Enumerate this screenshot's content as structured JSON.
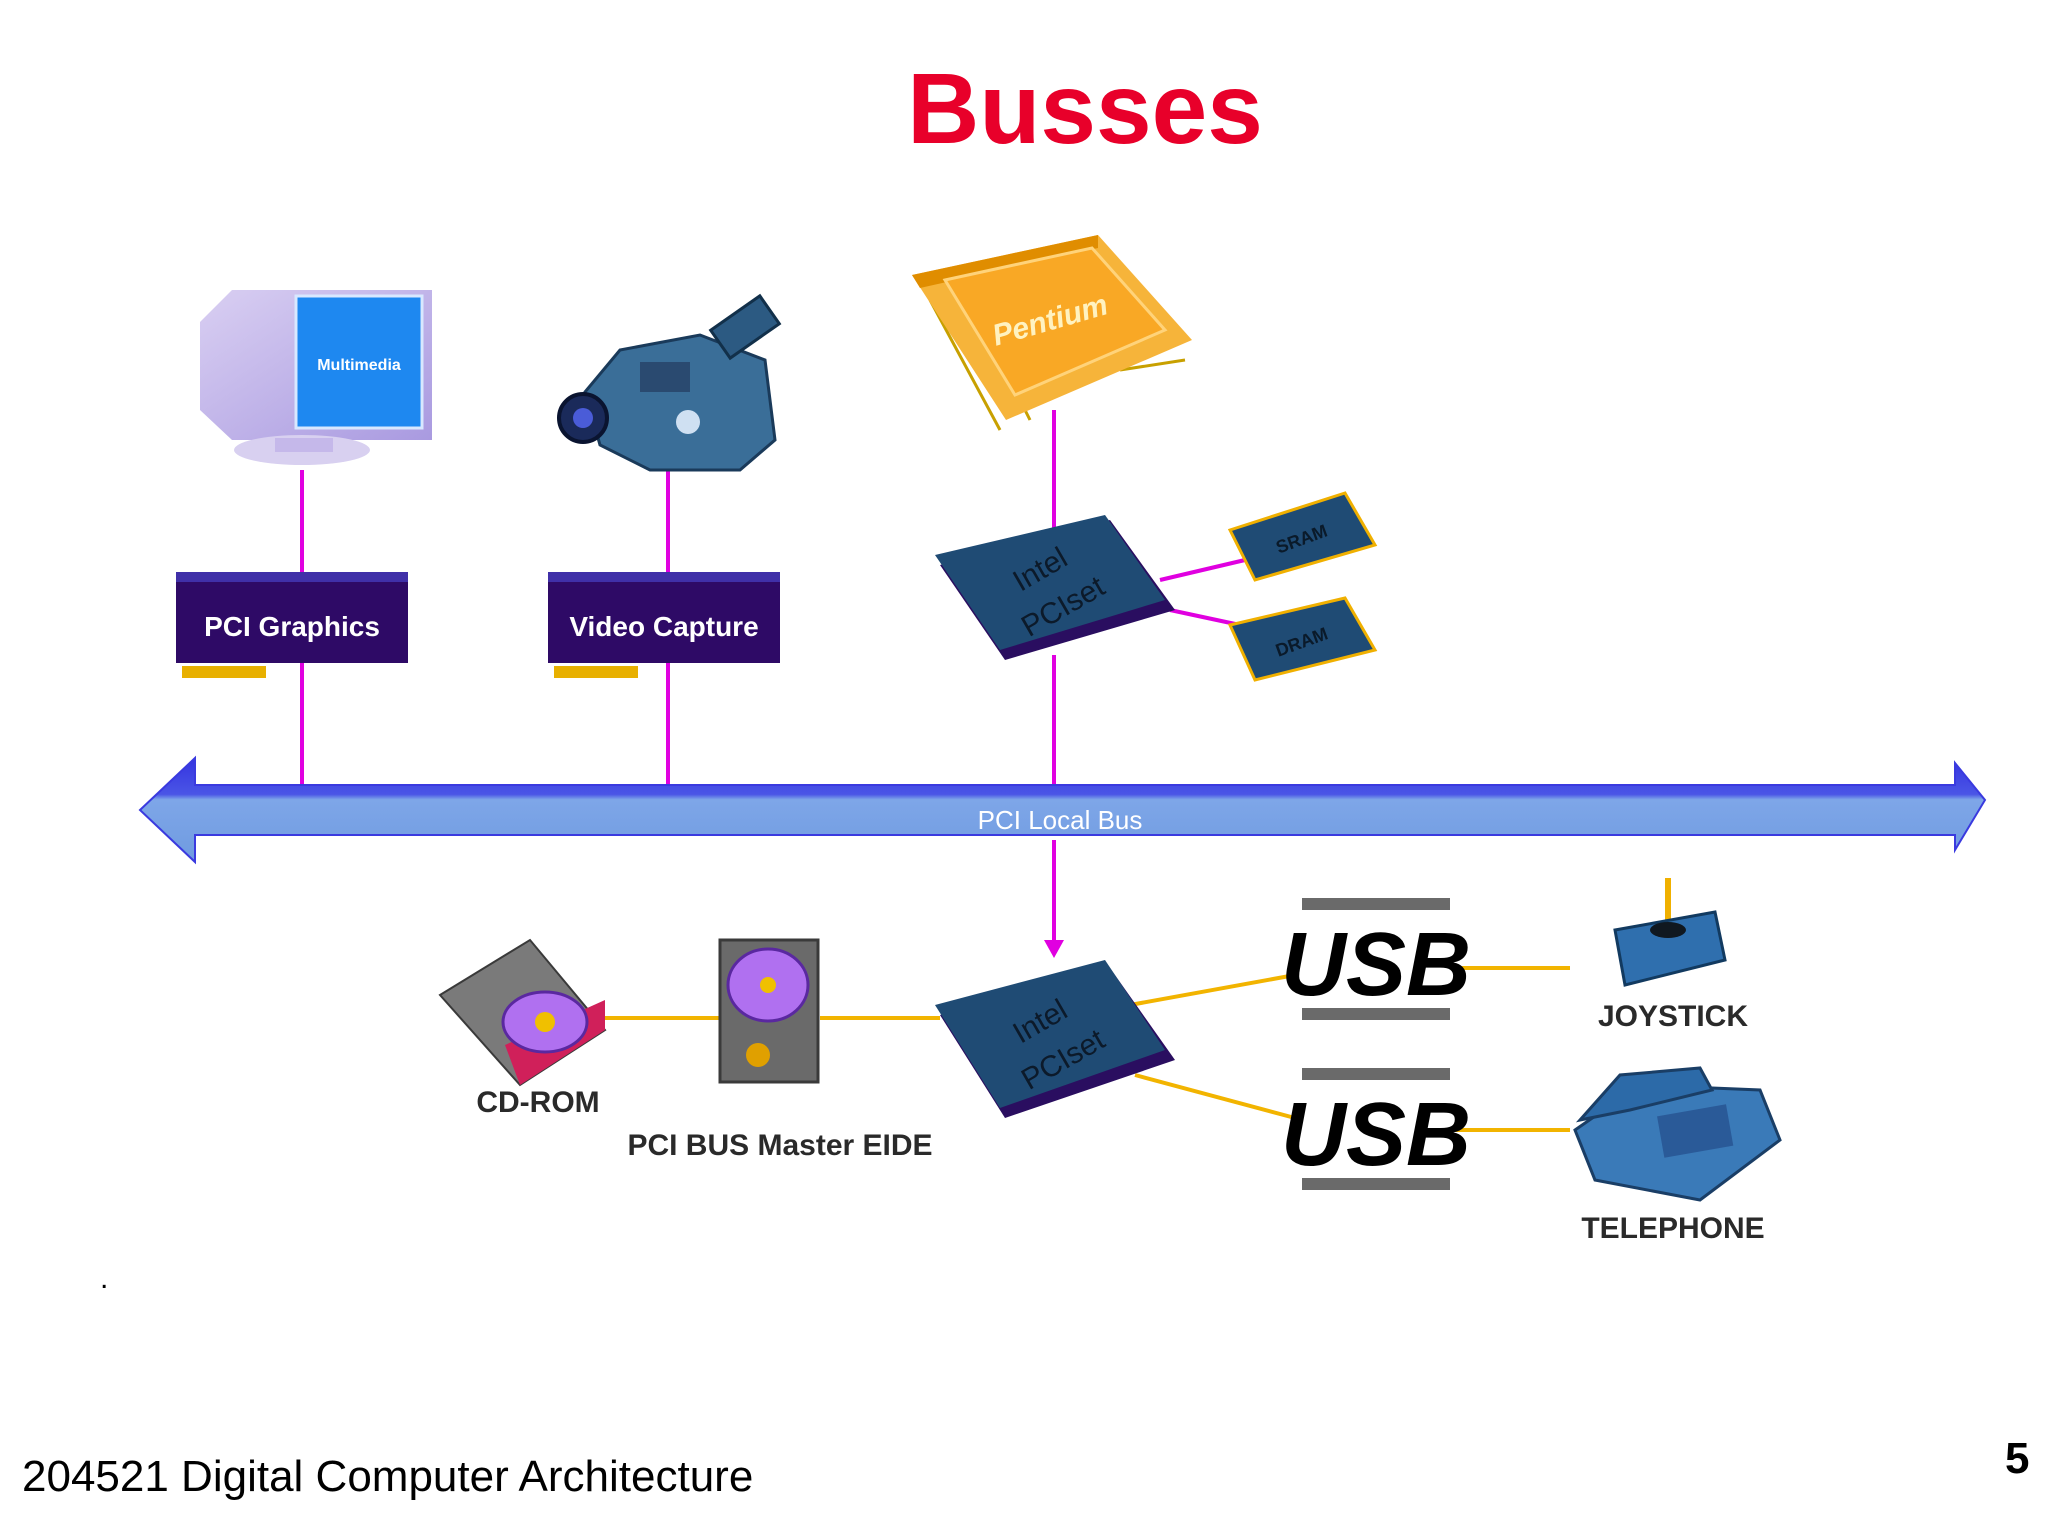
{
  "slide": {
    "title": "Busses",
    "footer": "204521 Digital Computer Architecture",
    "page_number": "5",
    "stray_mark": "."
  },
  "diagram": {
    "bus_label": "PCI Local Bus",
    "cards": {
      "graphics": "PCI Graphics",
      "video": "Video Capture"
    },
    "monitor_screen_text": "Multimedia",
    "cpu_text": "Pentium",
    "chipset_top": {
      "line1": "Intel",
      "line2": "PCIset"
    },
    "chipset_bottom": {
      "line1": "Intel",
      "line2": "PCIset"
    },
    "memory": {
      "sram": "SRAM",
      "dram": "DRAM"
    },
    "usb_text": "USB",
    "devices": {
      "cdrom": "CD-ROM",
      "eide": "PCI BUS Master EIDE",
      "joystick": "JOYSTICK",
      "telephone": "TELEPHONE"
    },
    "colors": {
      "title": "#e8002a",
      "bus": "#6f9be0",
      "bus_edge": "#3a3adf",
      "pci_line": "#e000e0",
      "usb_line": "#f2b400",
      "card": "#2e0a66",
      "chipset": "#1f4b74"
    }
  }
}
